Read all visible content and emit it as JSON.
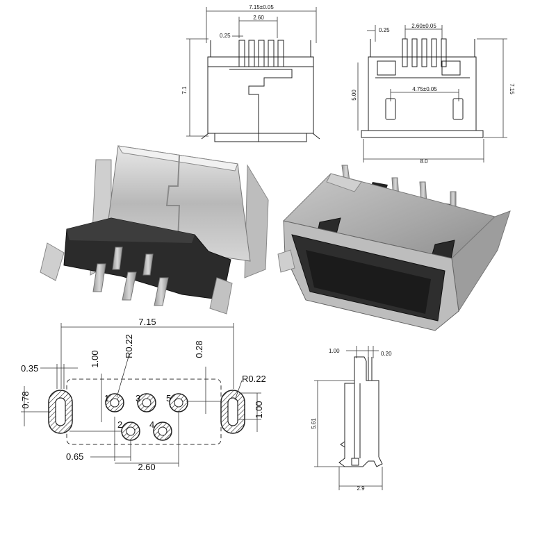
{
  "top_front_view": {
    "width_label": "7.15±0.05",
    "pitch_label": "2.60",
    "pin_width_label": "0.25",
    "height_label": "7.1"
  },
  "top_side_view": {
    "pin_width_label": "0.25",
    "pitch_label": "2.60±0.05",
    "inner_height_label": "5.00",
    "slot_span_label": "4.75±0.05",
    "total_height_label": "7.15",
    "width_label": "8.0"
  },
  "footprint": {
    "width_label": "7.15",
    "slot_width_label": "0.35",
    "row_offset_label": "1.00",
    "pad_radius_label_left": "R0.22",
    "pin_size_label": "0.28",
    "pad_radius_label_right": "R0.22",
    "slot_height_label": "0.78",
    "slot_length_label": "1.00",
    "pin_offset_label": "0.65",
    "pitch_label": "2.60",
    "pin_numbers": [
      "1",
      "2",
      "3",
      "4",
      "5"
    ]
  },
  "side_profile": {
    "shell_thickness_label": "1.00",
    "pin_thickness_label": "0.20",
    "height_label": "5.61",
    "depth_label": "2.9"
  }
}
